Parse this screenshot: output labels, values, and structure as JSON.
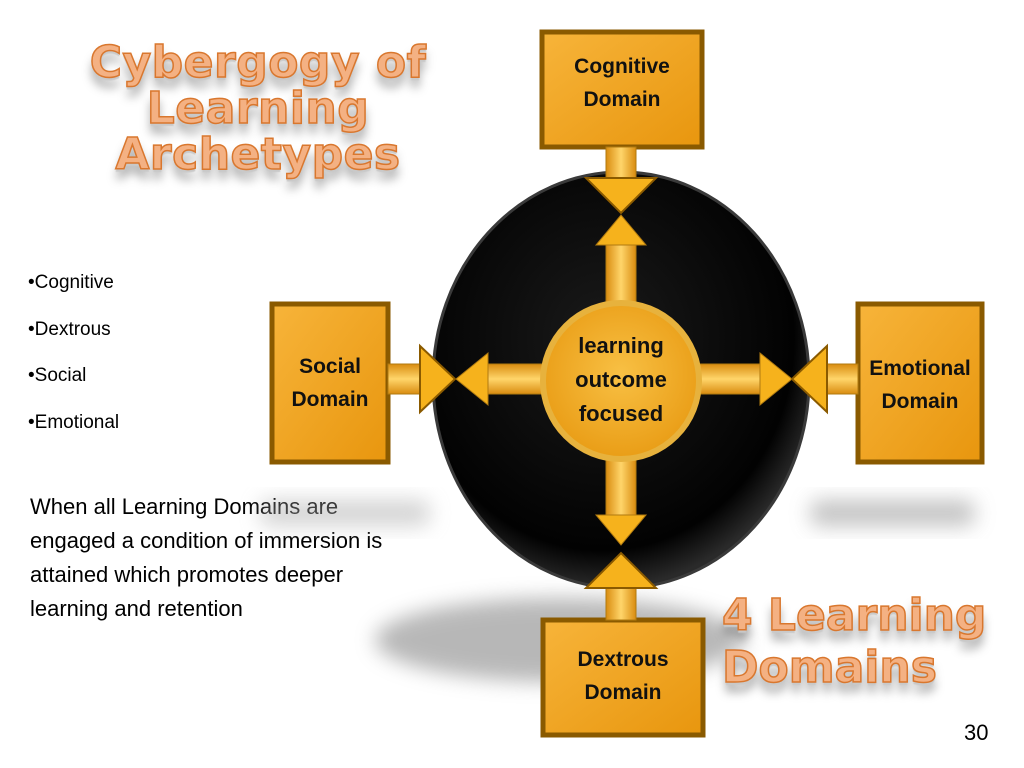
{
  "slide": {
    "title": "Cybergogy of Learning Archetypes",
    "subtitle": "4 Learning Domains",
    "page_number": "30"
  },
  "bullets": [
    "•Cognitive",
    "•Dextrous",
    "•Social",
    "•Emotional"
  ],
  "paragraph": "When all Learning Domains are engaged a condition of immersion is attained which promotes deeper learning and retention",
  "diagram": {
    "center_label": "learning outcome focused",
    "boxes": {
      "top": "Cognitive Domain",
      "left": "Social Domain",
      "right": "Emotional Domain",
      "bottom": "Dextrous Domain"
    }
  },
  "colors": {
    "box_fill": "#f0a01c",
    "box_border": "#8a5a00",
    "arrow_fill": "#f6b21c",
    "circle_fill": "#050505",
    "title_fill": "#f4b183",
    "title_stroke": "#d9772e"
  }
}
